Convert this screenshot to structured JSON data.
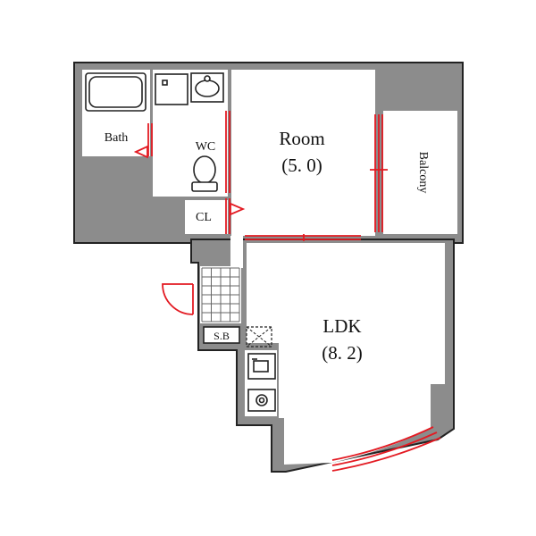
{
  "rooms": {
    "room": {
      "name": "Room",
      "size": "(5. 0)"
    },
    "ldk": {
      "name": "LDK",
      "size": "(8. 2)"
    },
    "bath": {
      "name": "Bath"
    },
    "wc": {
      "name": "WC"
    },
    "cl": {
      "name": "CL"
    },
    "balcony": {
      "name": "Balcony"
    },
    "sb": {
      "name": "S.B"
    }
  },
  "colors": {
    "wall": "#8c8c8c",
    "opening": "#e31b23",
    "line": "#222222"
  }
}
